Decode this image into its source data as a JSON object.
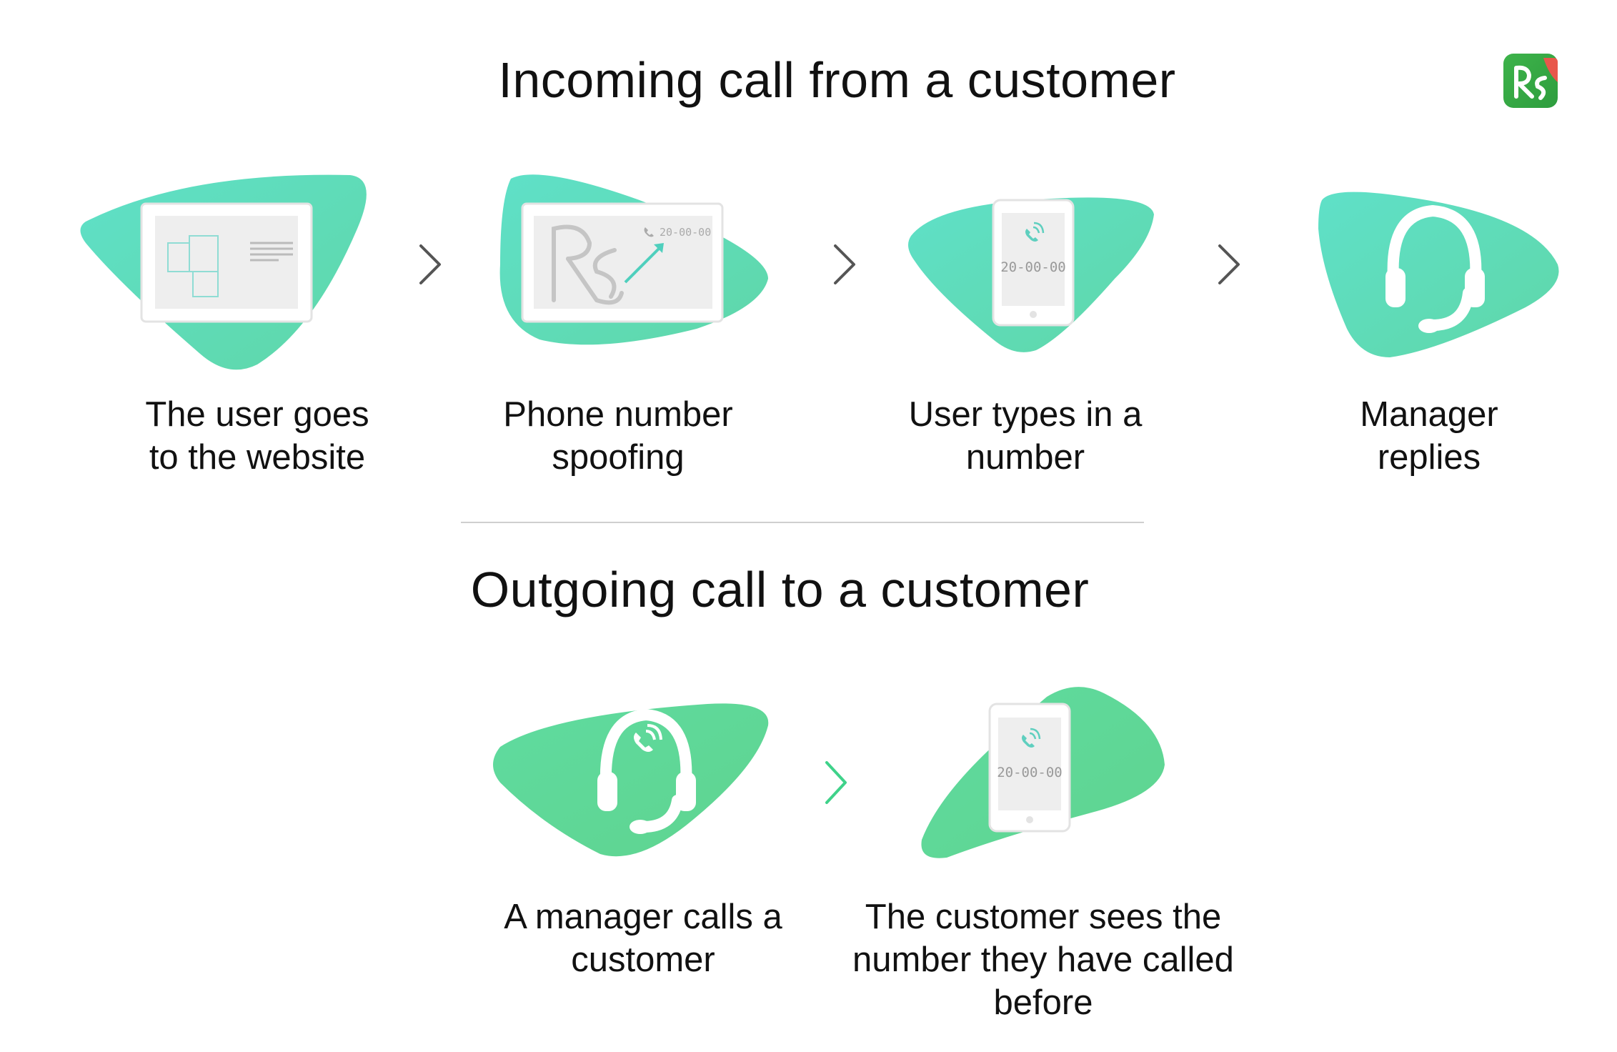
{
  "logo": {
    "name": "rs-logo",
    "colors": {
      "green": "#3db34a",
      "red": "#e8574b"
    }
  },
  "colors": {
    "teal": "#5fdbc1",
    "green": "#5fd49a",
    "chevron_gray": "#555555",
    "chevron_green": "#3fd28a"
  },
  "incoming": {
    "title": "Incoming call from a customer",
    "steps": [
      {
        "icon": "website-browser-icon",
        "caption": "The user goes\nto the website"
      },
      {
        "icon": "number-spoofing-browser-icon",
        "caption": "Phone number\nspoofing",
        "phone_text": "20-00-00"
      },
      {
        "icon": "phone-dial-icon",
        "caption": "User types in a\nnumber",
        "phone_text": "20-00-00"
      },
      {
        "icon": "headset-icon",
        "caption": "Manager\nreplies"
      }
    ]
  },
  "outgoing": {
    "title": "Outgoing call to a customer",
    "steps": [
      {
        "icon": "headset-calling-icon",
        "caption": "A manager calls a\ncustomer"
      },
      {
        "icon": "phone-incoming-icon",
        "caption": "The customer sees the\nnumber they have called\nbefore",
        "phone_text": "20-00-00"
      }
    ]
  }
}
